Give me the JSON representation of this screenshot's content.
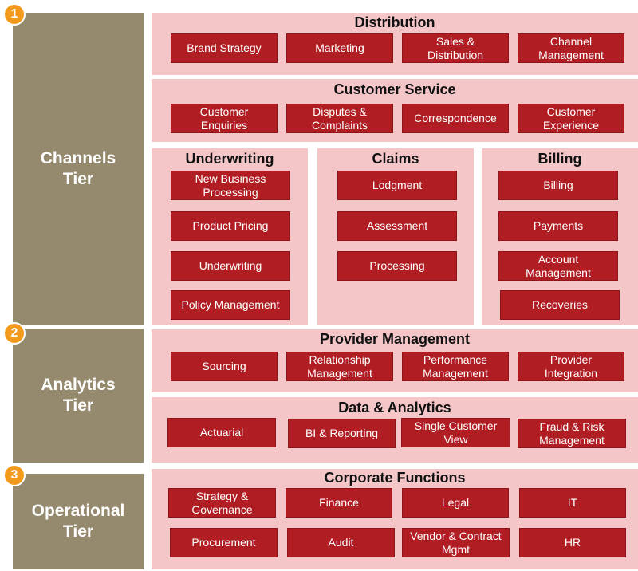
{
  "tiers": [
    {
      "badge": "1",
      "label": "Channels\nTier"
    },
    {
      "badge": "2",
      "label": "Analytics\nTier"
    },
    {
      "badge": "3",
      "label": "Operational\nTier"
    }
  ],
  "distribution": {
    "title": "Distribution",
    "items": [
      "Brand Strategy",
      "Marketing",
      "Sales &\nDistribution",
      "Channel\nManagement"
    ]
  },
  "customer_service": {
    "title": "Customer Service",
    "items": [
      "Customer\nEnquiries",
      "Disputes &\nComplaints",
      "Correspondence",
      "Customer\nExperience"
    ]
  },
  "underwriting": {
    "title": "Underwriting",
    "items": [
      "New Business\nProcessing",
      "Product Pricing",
      "Underwriting",
      "Policy Management"
    ]
  },
  "claims": {
    "title": "Claims",
    "items": [
      "Lodgment",
      "Assessment",
      "Processing"
    ]
  },
  "billing": {
    "title": "Billing",
    "items": [
      "Billing",
      "Payments",
      "Account\nManagement",
      "Recoveries"
    ]
  },
  "provider_management": {
    "title": "Provider Management",
    "items": [
      "Sourcing",
      "Relationship\nManagement",
      "Performance\nManagement",
      "Provider\nIntegration"
    ]
  },
  "data_analytics": {
    "title": "Data & Analytics",
    "items": [
      "Actuarial",
      "BI & Reporting",
      "Single Customer\nView",
      "Fraud & Risk\nManagement"
    ]
  },
  "corporate_functions": {
    "title": "Corporate Functions",
    "items": [
      "Strategy &\nGovernance",
      "Finance",
      "Legal",
      "IT",
      "Procurement",
      "Audit",
      "Vendor & Contract\nMgmt",
      "HR"
    ]
  }
}
